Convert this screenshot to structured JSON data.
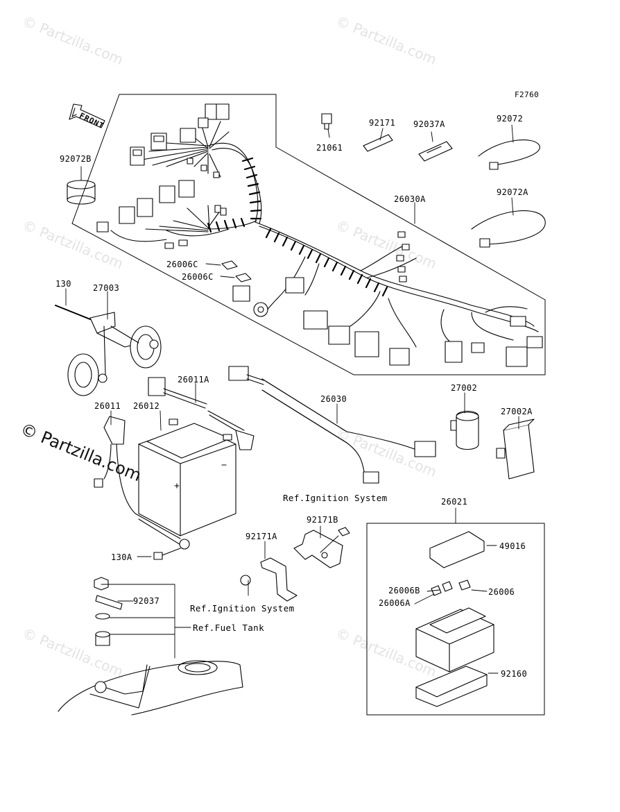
{
  "diagram": {
    "figure_code": "F2760",
    "front_label": "FRONT",
    "watermarks": {
      "small": "© Partzilla.com",
      "main": "© Partzilla.com"
    },
    "parts": {
      "p92072B": "92072B",
      "p21061": "21061",
      "p92171": "92171",
      "p92037A": "92037A",
      "p92072": "92072",
      "p92072A": "92072A",
      "p26030A": "26030A",
      "p26006C_a": "26006C",
      "p26006C_b": "26006C",
      "p130": "130",
      "p27003": "27003",
      "p26011A": "26011A",
      "p26011": "26011",
      "p26012": "26012",
      "p26030": "26030",
      "p27002": "27002",
      "p27002A": "27002A",
      "p92171B": "92171B",
      "p26021": "26021",
      "p92171A": "92171A",
      "p130A": "130A",
      "p49016": "49016",
      "p26006B": "26006B",
      "p26006": "26006",
      "p26006A": "26006A",
      "p92037": "92037",
      "p92160": "92160"
    },
    "references": {
      "ignition_top": "Ref.Ignition System",
      "ignition_bottom": "Ref.Ignition System",
      "fuel_tank": "Ref.Fuel Tank"
    }
  }
}
